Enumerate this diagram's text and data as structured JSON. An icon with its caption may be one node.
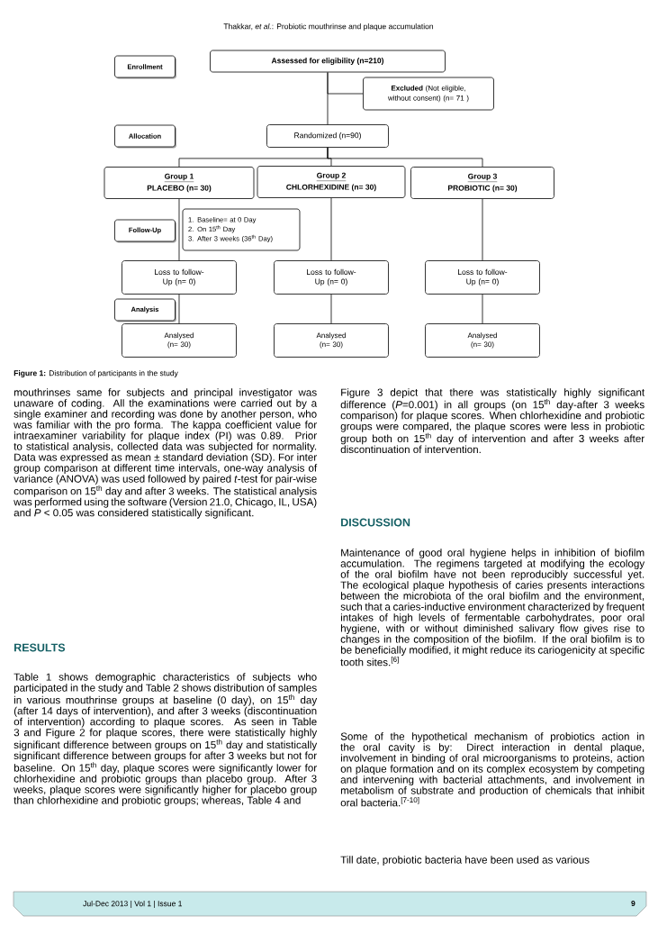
{
  "diagram": {
    "caption": "**Figure 1:** Distribution of participants in the study",
    "nodes": [
      {
        "text": [
          "Enrollment"
        ]
      },
      {
        "text": [
          "Assessed for eligibility (n=210)"
        ]
      },
      {
        "text": [
          "**Excluded** (Not eligible, without consent) (n= 71 )"
        ]
      },
      {
        "text": [
          "Allocation"
        ]
      },
      {
        "text": [
          "Randomized (n=90)"
        ]
      },
      {
        "text": [
          "Group 1",
          "PLACEBO (n= 30)"
        ]
      },
      {
        "text": [
          "Group 2",
          "CHLORHEXIDINE (n= 30)"
        ]
      },
      {
        "text": [
          "Group 3",
          "PROBIOTIC (n= 30)"
        ]
      },
      {
        "text": [
          "Follow-Up"
        ]
      },
      {
        "text": [
          "1. Baseline= at 0 Day",
          "2. On 15$^{th}$ Day",
          "3. After 3 weeks (36$^{th}$ Day)"
        ]
      },
      {
        "text": [
          "Loss to follow-Up (n= 0)"
        ]
      },
      {
        "text": [
          "Loss to follow-Up (n= 0)"
        ]
      },
      {
        "text": [
          "Loss to follow-Up (n= 0)"
        ]
      },
      {
        "text": [
          "Analysis"
        ]
      },
      {
        "text": [
          "Analysed (n= 30)"
        ]
      },
      {
        "text": [
          "Analysed (n= 30)"
        ]
      },
      {
        "text": [
          "Analysed (n= 30)"
        ]
      }
    ],
    "edges": [
      {
        "from": 1,
        "to": 4,
        "arrow": "none"
      },
      {
        "from": 1,
        "to": 2,
        "arrow": "none"
      },
      {
        "from": 4,
        "to": 5,
        "arrow": "none"
      },
      {
        "from": 4,
        "to": 6,
        "arrow": "none"
      },
      {
        "from": 4,
        "to": 7,
        "arrow": "none"
      },
      {
        "from": 5,
        "to": 10,
        "arrow": "none"
      },
      {
        "from": 6,
        "to": 11,
        "arrow": "none"
      },
      {
        "from": 7,
        "to": 12,
        "arrow": "none"
      },
      {
        "from": 10,
        "to": 14,
        "arrow": "none"
      },
      {
        "from": 11,
        "to": 15,
        "arrow": "none"
      },
      {
        "from": 12,
        "to": 16,
        "arrow": "none"
      }
    ],
    "labels": [
      "Thakkar, *et al.*: Probiotic mouthrinse and plaque accumulation",
      "mouthrinses same for subjects and principal investigator was unaware of coding. All the examinations were carried out by a single examiner and recording was done by another person, who was familiar with the pro forma. The kappa coefficient value for intraexaminer variability for plaque index (PI) was 0.89. Prior to statistical analysis, collected data was subjected for normality. Data was expressed as mean ± standard deviation (SD). For inter group comparison at different time intervals, one-way analysis of variance (ANOVA) was used followed by paired *t*-test for pair-wise comparison on 15$^{th}$ day and after 3 weeks. The statistical analysis was performed using the software (Version 21.0, Chicago, IL, USA) and *P* < 0.05 was considered statistically significant.",
      "RESULTS",
      "Table 1 shows demographic characteristics of subjects who participated in the study and Table 2 shows distribution of samples in various mouthrinse groups at baseline (0 day), on 15$^{th}$ day (after 14 days of intervention), and after 3 weeks (discontinuation of intervention) according to plaque scores. As seen in Table 3 and Figure 2 for plaque scores, there were statistically highly significant difference between groups on 15$^{th}$ day and statistically significant difference between groups for after 3 weeks but not for baseline. On 15$^{th}$ day, plaque scores were significantly lower for chlorhexidine and probiotic groups than placebo group. After 3 weeks, plaque scores were significantly higher for placebo group than chlorhexidine and probiotic groups; whereas, Table 4 and",
      "Figure 3 depict that there was statistically highly significant difference (*P*=0.001) in all groups (on 15$^{th}$ day-after 3 weeks comparison) for plaque scores. When chlorhexidine and probiotic groups were compared, the plaque scores were less in probiotic group both on 15$^{th}$ day of intervention and after 3 weeks after discontinuation of intervention.",
      "DISCUSSION",
      "Maintenance of good oral hygiene helps in inhibition of biofilm accumulation. The regimens targeted at modifying the ecology of the oral biofilm have not been reproducibly successful yet. The ecological plaque hypothesis of caries presents interactions between the microbiota of the oral biofilm and the environment, such that a caries-inductive environment characterized by frequent intakes of high levels of fermentable carbohydrates, poor oral hygiene, with or without diminished salivary flow gives rise to changes in the composition of the biofilm. If the oral biofilm is to be beneficially modified, it might reduce its cariogenicity at specific tooth sites.$^{[6]}$",
      "Some of the hypothetical mechanism of probiotics action in the oral cavity is by: Direct interaction in dental plaque, involvement in binding of oral microorganisms to proteins, action on plaque formation and on its complex ecosystem by competing and intervening with bacterial attachments, and involvement in metabolism of substrate and production of chemicals that inhibit oral bacteria.$^{[7-10]}$",
      "Till date, probiotic bacteria have been used as various",
      "Jul-Dec 2013 | Vol 1 | Issue 1",
      "9"
    ]
  }
}
